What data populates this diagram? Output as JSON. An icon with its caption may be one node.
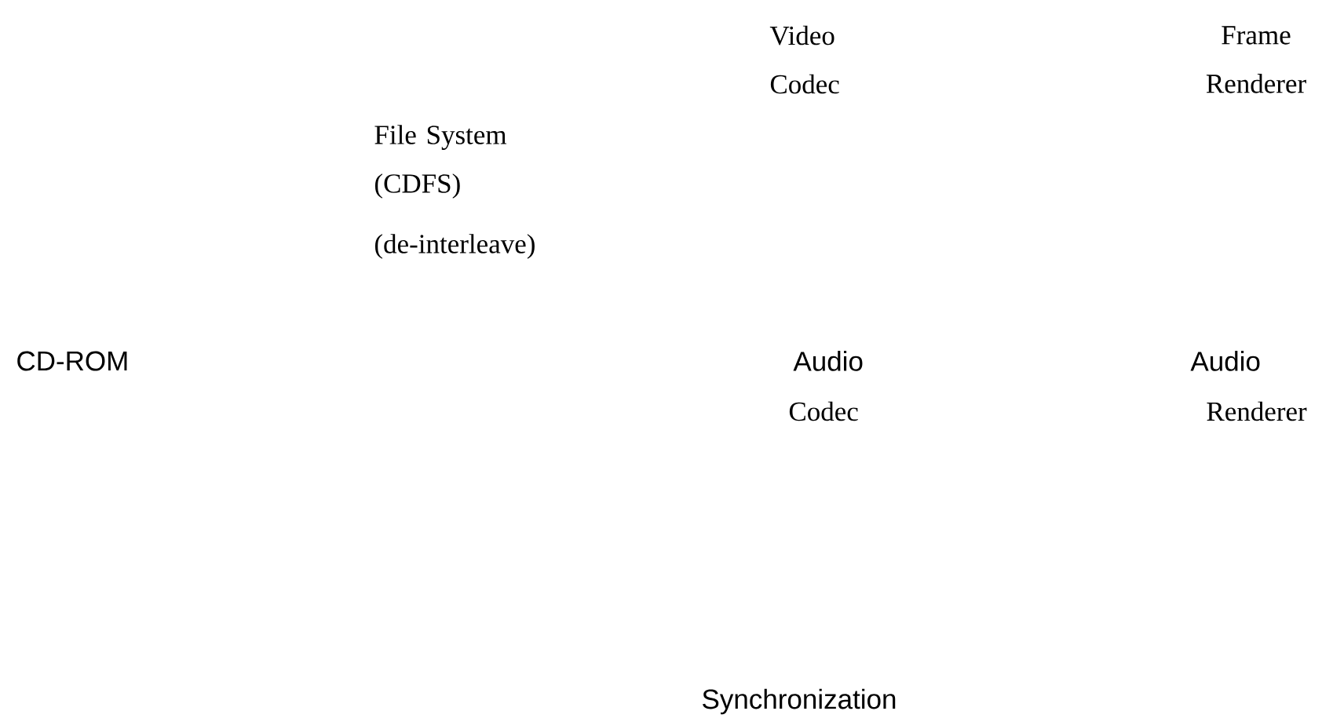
{
  "diagram": {
    "labels": [
      "Video Codec",
      "Frame Renderer",
      "File System (CDFS)",
      "(de-interleave)",
      "CD-ROM",
      "Audio",
      "Audio",
      "Codec",
      "Renderer",
      "Synchronization"
    ]
  }
}
